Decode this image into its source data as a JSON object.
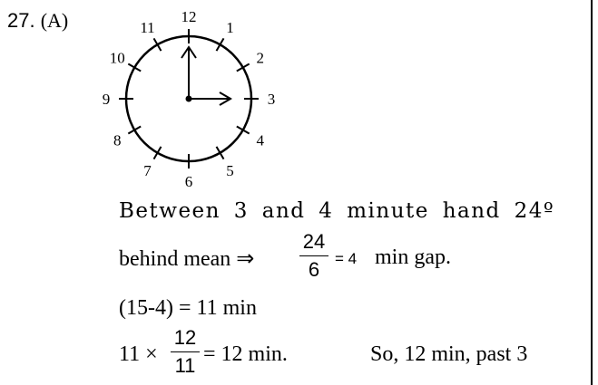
{
  "question": {
    "number": "27.",
    "option": "(A)"
  },
  "clock": {
    "numbers": [
      "12",
      "1",
      "2",
      "3",
      "4",
      "5",
      "6",
      "7",
      "8",
      "9",
      "10",
      "11"
    ]
  },
  "solution": {
    "line1": "Between 3 and 4 minute hand 24º",
    "line2_prefix": "behind mean ⇒",
    "line2_frac_num": "24",
    "line2_frac_den": "6",
    "line2_eq": "= 4",
    "line2_suffix": "min gap.",
    "line3": "(15-4) = 11 min",
    "line4_prefix": "11 ×",
    "line4_frac_num": "12",
    "line4_frac_den": "11",
    "line4_eq": "= 12 min.",
    "line4_suffix": "So, 12 min, past 3"
  }
}
